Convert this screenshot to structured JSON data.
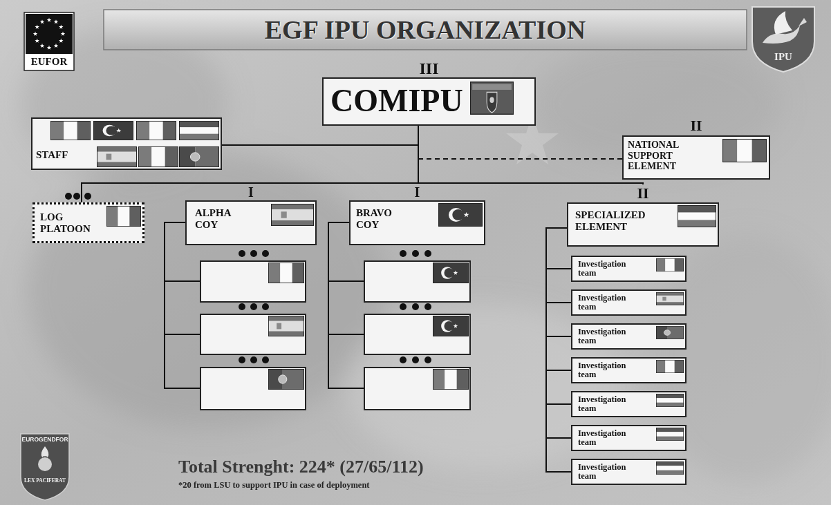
{
  "diagram": {
    "title": "EGF IPU ORGANIZATION",
    "nodes": [
      {
        "text": [
          "III",
          "COMIPU"
        ]
      },
      {
        "text": [
          "STAFF"
        ]
      },
      {
        "text": [
          "II",
          "NATIONAL SUPPORT ELEMENT"
        ]
      },
      {
        "text": [
          "LOG PLATOON"
        ]
      },
      {
        "text": [
          "I",
          "ALPHA COY"
        ]
      },
      {
        "text": [
          "I",
          "BRAVO COY"
        ]
      },
      {
        "text": [
          "II",
          "SPECIALIZED ELEMENT"
        ]
      },
      {
        "text": [
          "Investigation team"
        ]
      },
      {
        "text": [
          "Investigation team"
        ]
      },
      {
        "text": [
          "Investigation team"
        ]
      },
      {
        "text": [
          "Investigation team"
        ]
      },
      {
        "text": [
          "Investigation team"
        ]
      },
      {
        "text": [
          "Investigation team"
        ]
      },
      {
        "text": [
          "Investigation team"
        ]
      }
    ],
    "edges": [
      {
        "from": 0,
        "to": 1,
        "arrow": "none"
      },
      {
        "from": 0,
        "to": 2,
        "arrow": "none"
      },
      {
        "from": 0,
        "to": 3,
        "arrow": "none"
      },
      {
        "from": 0,
        "to": 4,
        "arrow": "none"
      },
      {
        "from": 0,
        "to": 5,
        "arrow": "none"
      },
      {
        "from": 0,
        "to": 6,
        "arrow": "none"
      },
      {
        "from": 6,
        "to": 7,
        "arrow": "none"
      },
      {
        "from": 6,
        "to": 8,
        "arrow": "none"
      },
      {
        "from": 6,
        "to": 9,
        "arrow": "none"
      },
      {
        "from": 6,
        "to": 10,
        "arrow": "none"
      },
      {
        "from": 6,
        "to": 11,
        "arrow": "none"
      },
      {
        "from": 6,
        "to": 12,
        "arrow": "none"
      },
      {
        "from": 6,
        "to": 13,
        "arrow": "none"
      }
    ],
    "labels": [
      "EUFOR",
      "IPU",
      "EUROGENDFOR",
      "LEX PACIFERAT",
      "Total Strenght: 224* (27/65/112)",
      "*20 from LSU to support IPU in case of deployment"
    ]
  }
}
